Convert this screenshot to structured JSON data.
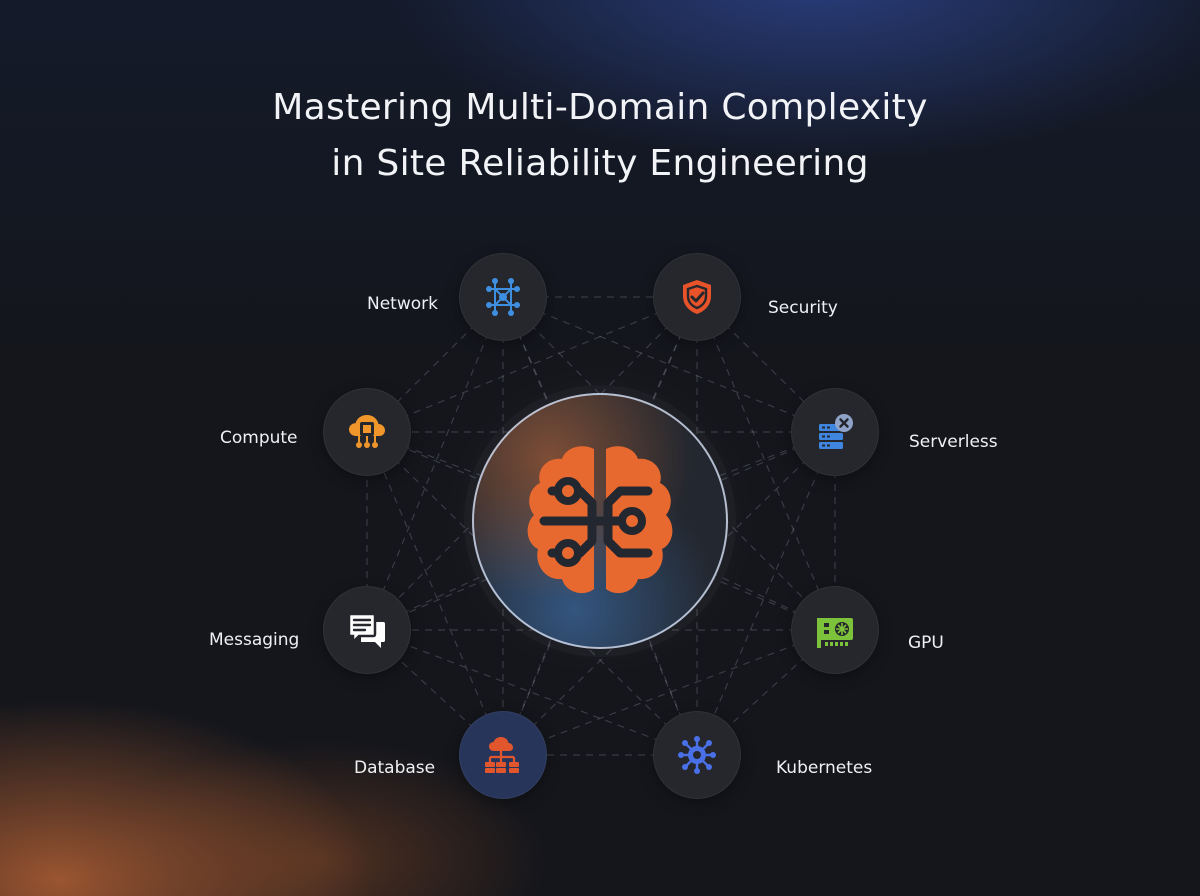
{
  "title": {
    "line1": "Mastering Multi-Domain Complexity",
    "line2": "in Site Reliability Engineering"
  },
  "hub": {
    "icon": "brain-circuit-icon",
    "color": "#e8692f"
  },
  "domains": [
    {
      "id": "network",
      "label": "Network",
      "icon": "network-mesh-icon",
      "color": "#3f8fe0"
    },
    {
      "id": "security",
      "label": "Security",
      "icon": "shield-check-icon",
      "color": "#e8532a"
    },
    {
      "id": "serverless",
      "label": "Serverless",
      "icon": "server-x-icon",
      "color": "#3f86e0"
    },
    {
      "id": "gpu",
      "label": "GPU",
      "icon": "gpu-card-icon",
      "color": "#7cc23a"
    },
    {
      "id": "kubernetes",
      "label": "Kubernetes",
      "icon": "kubernetes-helm-icon",
      "color": "#4a70e8"
    },
    {
      "id": "database",
      "label": "Database",
      "icon": "cloud-database-icon",
      "color": "#e2562e"
    },
    {
      "id": "messaging",
      "label": "Messaging",
      "icon": "chat-bubbles-icon",
      "color": "#ffffff"
    },
    {
      "id": "compute",
      "label": "Compute",
      "icon": "cloud-chip-icon",
      "color": "#f0962a"
    }
  ]
}
